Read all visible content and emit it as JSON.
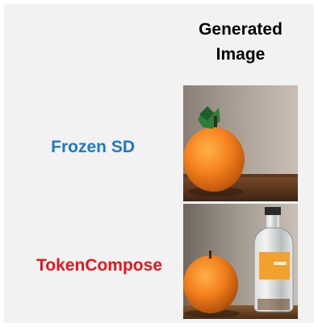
{
  "figure": {
    "column_header": "Generated Image",
    "rows": [
      {
        "label": "Frozen SD",
        "label_color": "#1f77c8"
      },
      {
        "label": "TokenCompose",
        "label_color": "#e8141b"
      }
    ]
  }
}
